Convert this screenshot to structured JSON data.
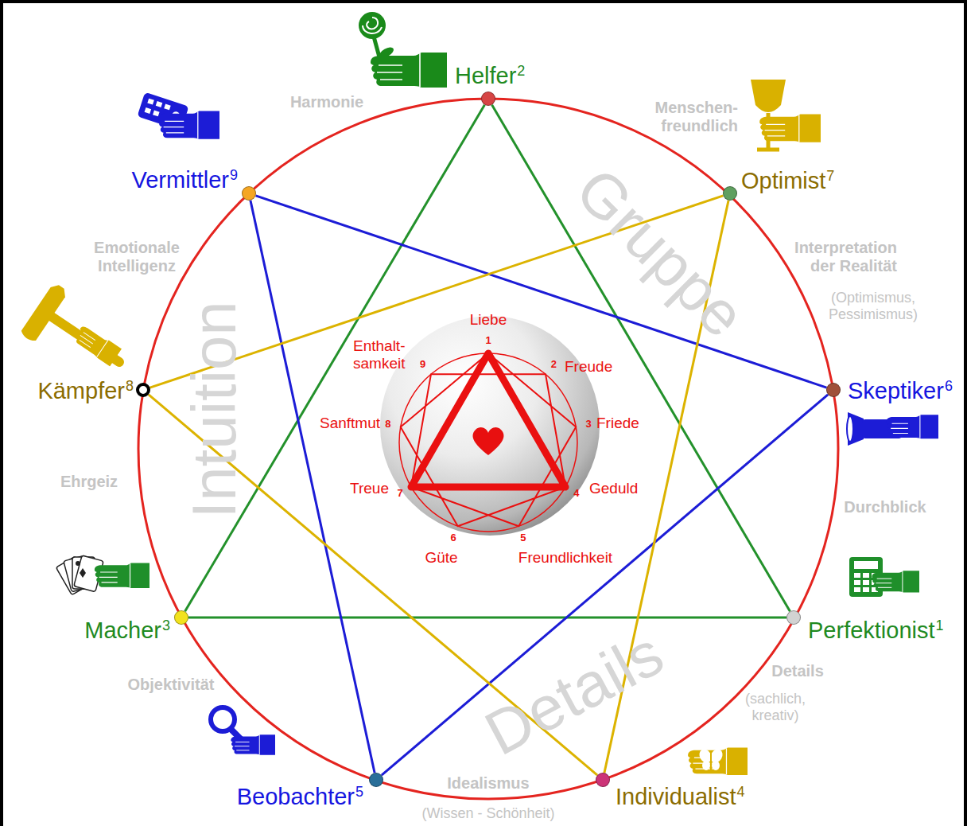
{
  "diagram": {
    "nodes": [
      {
        "text": [
          "Helfer",
          "2"
        ]
      },
      {
        "text": [
          "Vermittler",
          "9"
        ]
      },
      {
        "text": [
          "Optimist",
          "7"
        ]
      },
      {
        "text": [
          "Kämpfer",
          "8"
        ]
      },
      {
        "text": [
          "Skeptiker",
          "6"
        ]
      },
      {
        "text": [
          "Macher",
          "3"
        ]
      },
      {
        "text": [
          "Perfektionist",
          "1"
        ]
      },
      {
        "text": [
          "Beobachter",
          "5"
        ]
      },
      {
        "text": [
          "Individualist",
          "4"
        ]
      }
    ],
    "edges": [
      {
        "from": 0,
        "to": 6,
        "arrow": "none"
      },
      {
        "from": 6,
        "to": 5,
        "arrow": "none"
      },
      {
        "from": 5,
        "to": 0,
        "arrow": "none"
      },
      {
        "from": 1,
        "to": 4,
        "arrow": "none"
      },
      {
        "from": 4,
        "to": 7,
        "arrow": "none"
      },
      {
        "from": 7,
        "to": 1,
        "arrow": "none"
      },
      {
        "from": 2,
        "to": 3,
        "arrow": "none"
      },
      {
        "from": 3,
        "to": 8,
        "arrow": "none"
      },
      {
        "from": 8,
        "to": 2,
        "arrow": "none"
      }
    ],
    "labels": [
      "Harmonie",
      "Menschen- freundlich",
      "Interpretation der Realität",
      "(Optimismus, Pessimismus)",
      "Durchblick",
      "Details",
      "(sachlich, kreativ)",
      "Idealismus",
      "(Wissen - Schönheit)",
      "Objektivität",
      "Ehrgeiz",
      "Emotionale Intelligenz",
      "Intuition",
      "Gruppe",
      "Details",
      "Liebe",
      "Freude",
      "Friede",
      "Geduld",
      "Freundlichkeit",
      "Güte",
      "Treue",
      "Sanftmut",
      "Enthalt- samkeit",
      "1",
      "2",
      "3",
      "4",
      "5",
      "6",
      "7",
      "8",
      "9"
    ]
  }
}
